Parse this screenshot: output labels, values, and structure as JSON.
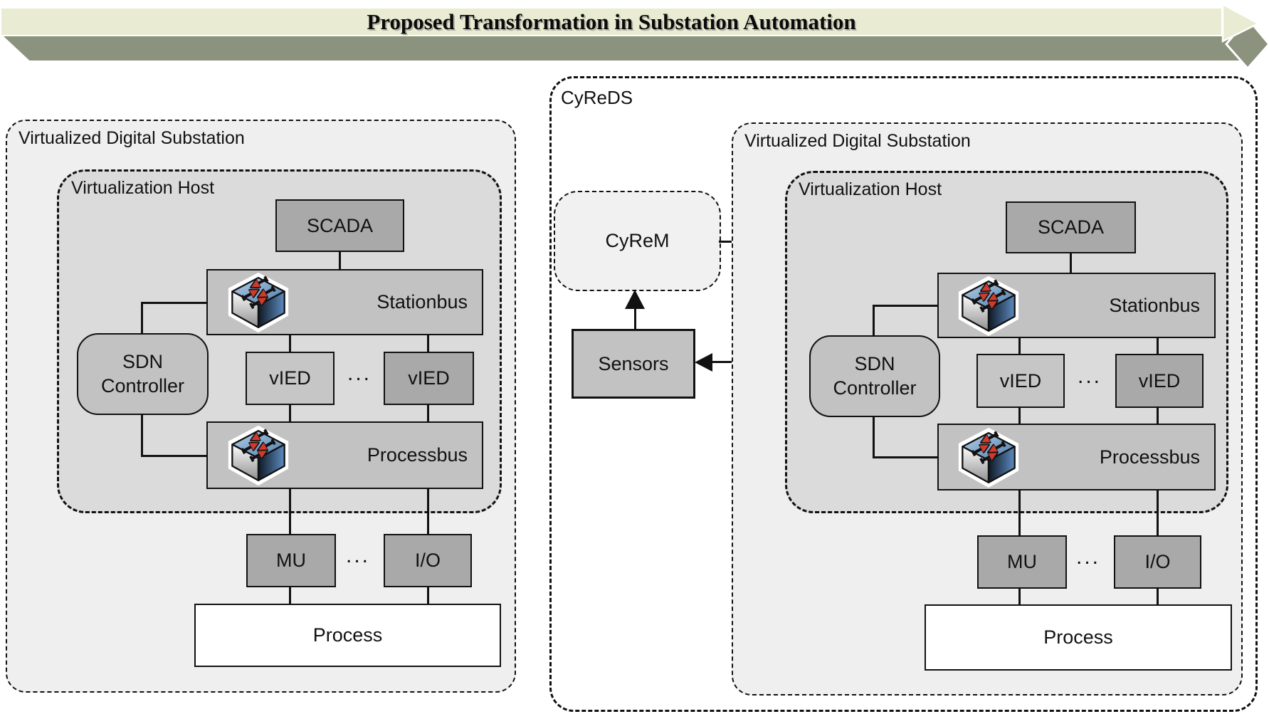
{
  "banner": {
    "title": "Proposed Transformation in Substation Automation",
    "colors": {
      "band": "#e9ecd2",
      "bar": "#8b927d",
      "diamond": "#8b927d"
    }
  },
  "cyreds": {
    "label": "CyReDS",
    "cyrem_label": "CyReM",
    "sensors_label": "Sensors"
  },
  "left_substation": {
    "label": "Virtualized Digital Substation",
    "host_label": "Virtualization Host",
    "scada_label": "SCADA",
    "stationbus_label": "Stationbus",
    "sdn_label": "SDN Controller",
    "vied_left_label": "vIED",
    "vied_dots": "...",
    "vied_right_label": "vIED",
    "processbus_label": "Processbus",
    "mu_label": "MU",
    "mu_io_dots": "...",
    "io_label": "I/O",
    "process_label": "Process"
  },
  "right_substation": {
    "label": "Virtualized Digital Substation",
    "host_label": "Virtualization Host",
    "scada_label": "SCADA",
    "stationbus_label": "Stationbus",
    "sdn_label": "SDN Controller",
    "vied_left_label": "vIED",
    "vied_dots": "...",
    "vied_right_label": "vIED",
    "processbus_label": "Processbus",
    "mu_label": "MU",
    "mu_io_dots": "...",
    "io_label": "I/O",
    "process_label": "Process"
  },
  "icons": {
    "network_switch": "isometric blue ethernet switch with red/black crossing arrows"
  },
  "colors": {
    "substation_fill": "#efefef",
    "host_fill": "#dbdbdb",
    "bus_fill": "#c2c2c2",
    "dark_box_fill": "#a9a9a9",
    "light_box_fill": "#c6c6c6",
    "cyrem_fill": "#f1f1f1",
    "line": "#111111",
    "switch_top": "#6f9cc4",
    "switch_arrow_head": "#d03a2b"
  }
}
